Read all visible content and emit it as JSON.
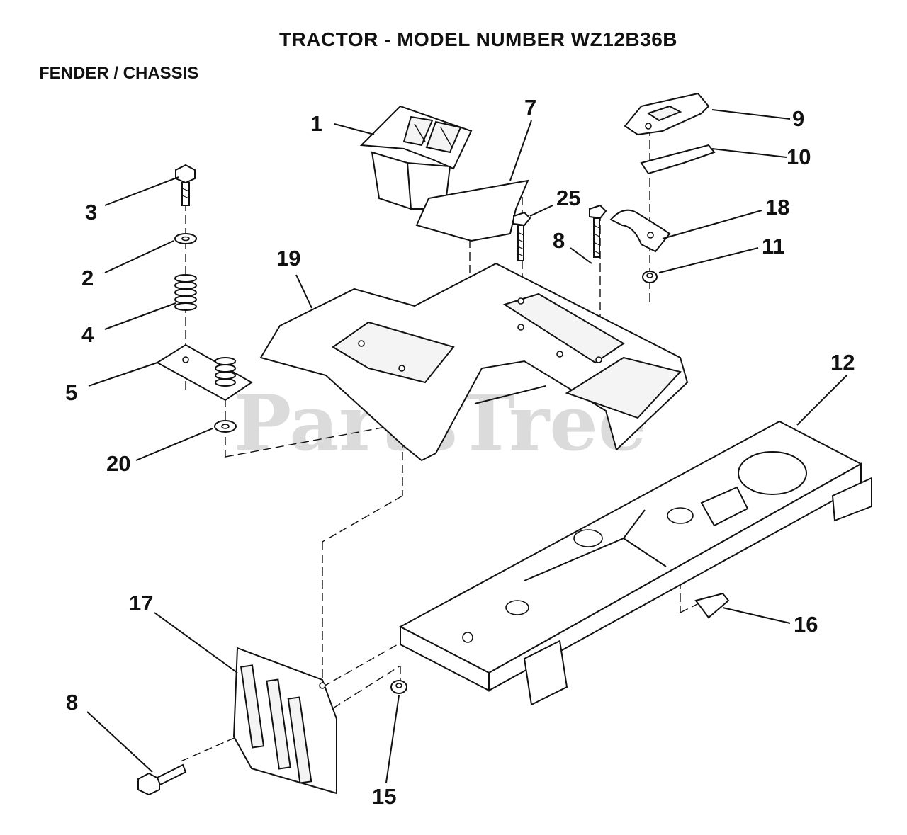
{
  "title": "TRACTOR  - MODEL NUMBER WZ12B36B",
  "subtitle": "FENDER / CHASSIS",
  "watermark": "PartsTree",
  "callouts": {
    "c1": "1",
    "c2": "2",
    "c3": "3",
    "c4": "4",
    "c5": "5",
    "c7": "7",
    "c8a": "8",
    "c8b": "8",
    "c9": "9",
    "c10": "10",
    "c11": "11",
    "c12": "12",
    "c15": "15",
    "c16": "16",
    "c17": "17",
    "c18": "18",
    "c19": "19",
    "c20": "20",
    "c25": "25"
  }
}
